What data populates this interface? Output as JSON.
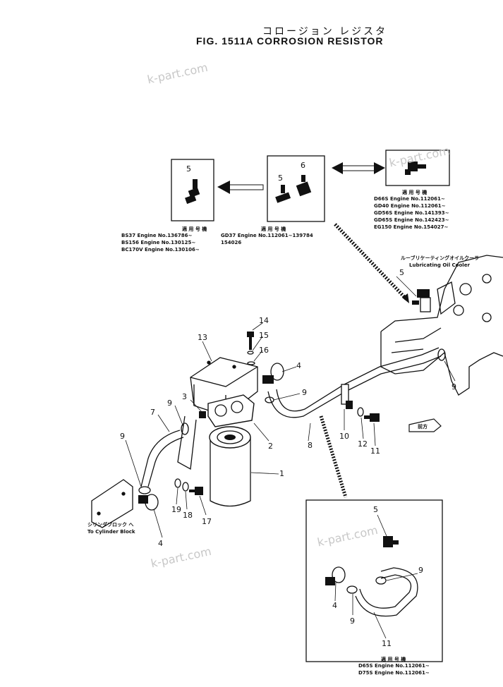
{
  "header": {
    "title_japanese": "コロージョン レジスタ",
    "title": "FIG. 1511A  CORROSION  RESISTOR"
  },
  "watermarks": [
    "k-part.com",
    "k-part.com",
    "k-part.com",
    "k-part.com"
  ],
  "applicability_left": {
    "header": "適 用 号 機",
    "rows": [
      "BS37   Engine  No.136786~",
      "BS156  Engine  No.130125~",
      "BC170V Engine  No.130106~"
    ]
  },
  "applicability_center": {
    "header": "適 用 号 機",
    "rows": [
      "GD37  Engine  No.112061~139784",
      "154026"
    ]
  },
  "applicability_right": {
    "header": "適 用 号 機",
    "rows": [
      "D66S   Engine  No.112061~",
      "GD40   Engine  No.112061~",
      "GD56S  Engine  No.141393~",
      "GD65S  Engine  No.142423~",
      "EG150  Engine  No.154027~"
    ]
  },
  "applicability_bottom": {
    "header": "適 用 号 機",
    "rows": [
      "D65S  Engine  No.112061~",
      "D75S  Engine  No.112061~"
    ]
  },
  "labels": {
    "oil_cooler_jp": "ルーブリケーティングオイルクーラ",
    "oil_cooler_en": "Lubricating  Oil  Cooler",
    "cylinder_block_jp": "シリンダブロック へ",
    "cylinder_block_en": "To  Cylinder  Block",
    "front_mark": "前方"
  },
  "callouts": [
    "5",
    "5",
    "6",
    "5",
    "14",
    "15",
    "16",
    "13",
    "4",
    "9",
    "3",
    "9",
    "7",
    "2",
    "8",
    "10",
    "12",
    "11",
    "9",
    "1",
    "19",
    "18",
    "17",
    "4",
    "9",
    "5",
    "9",
    "4",
    "9",
    "11"
  ]
}
